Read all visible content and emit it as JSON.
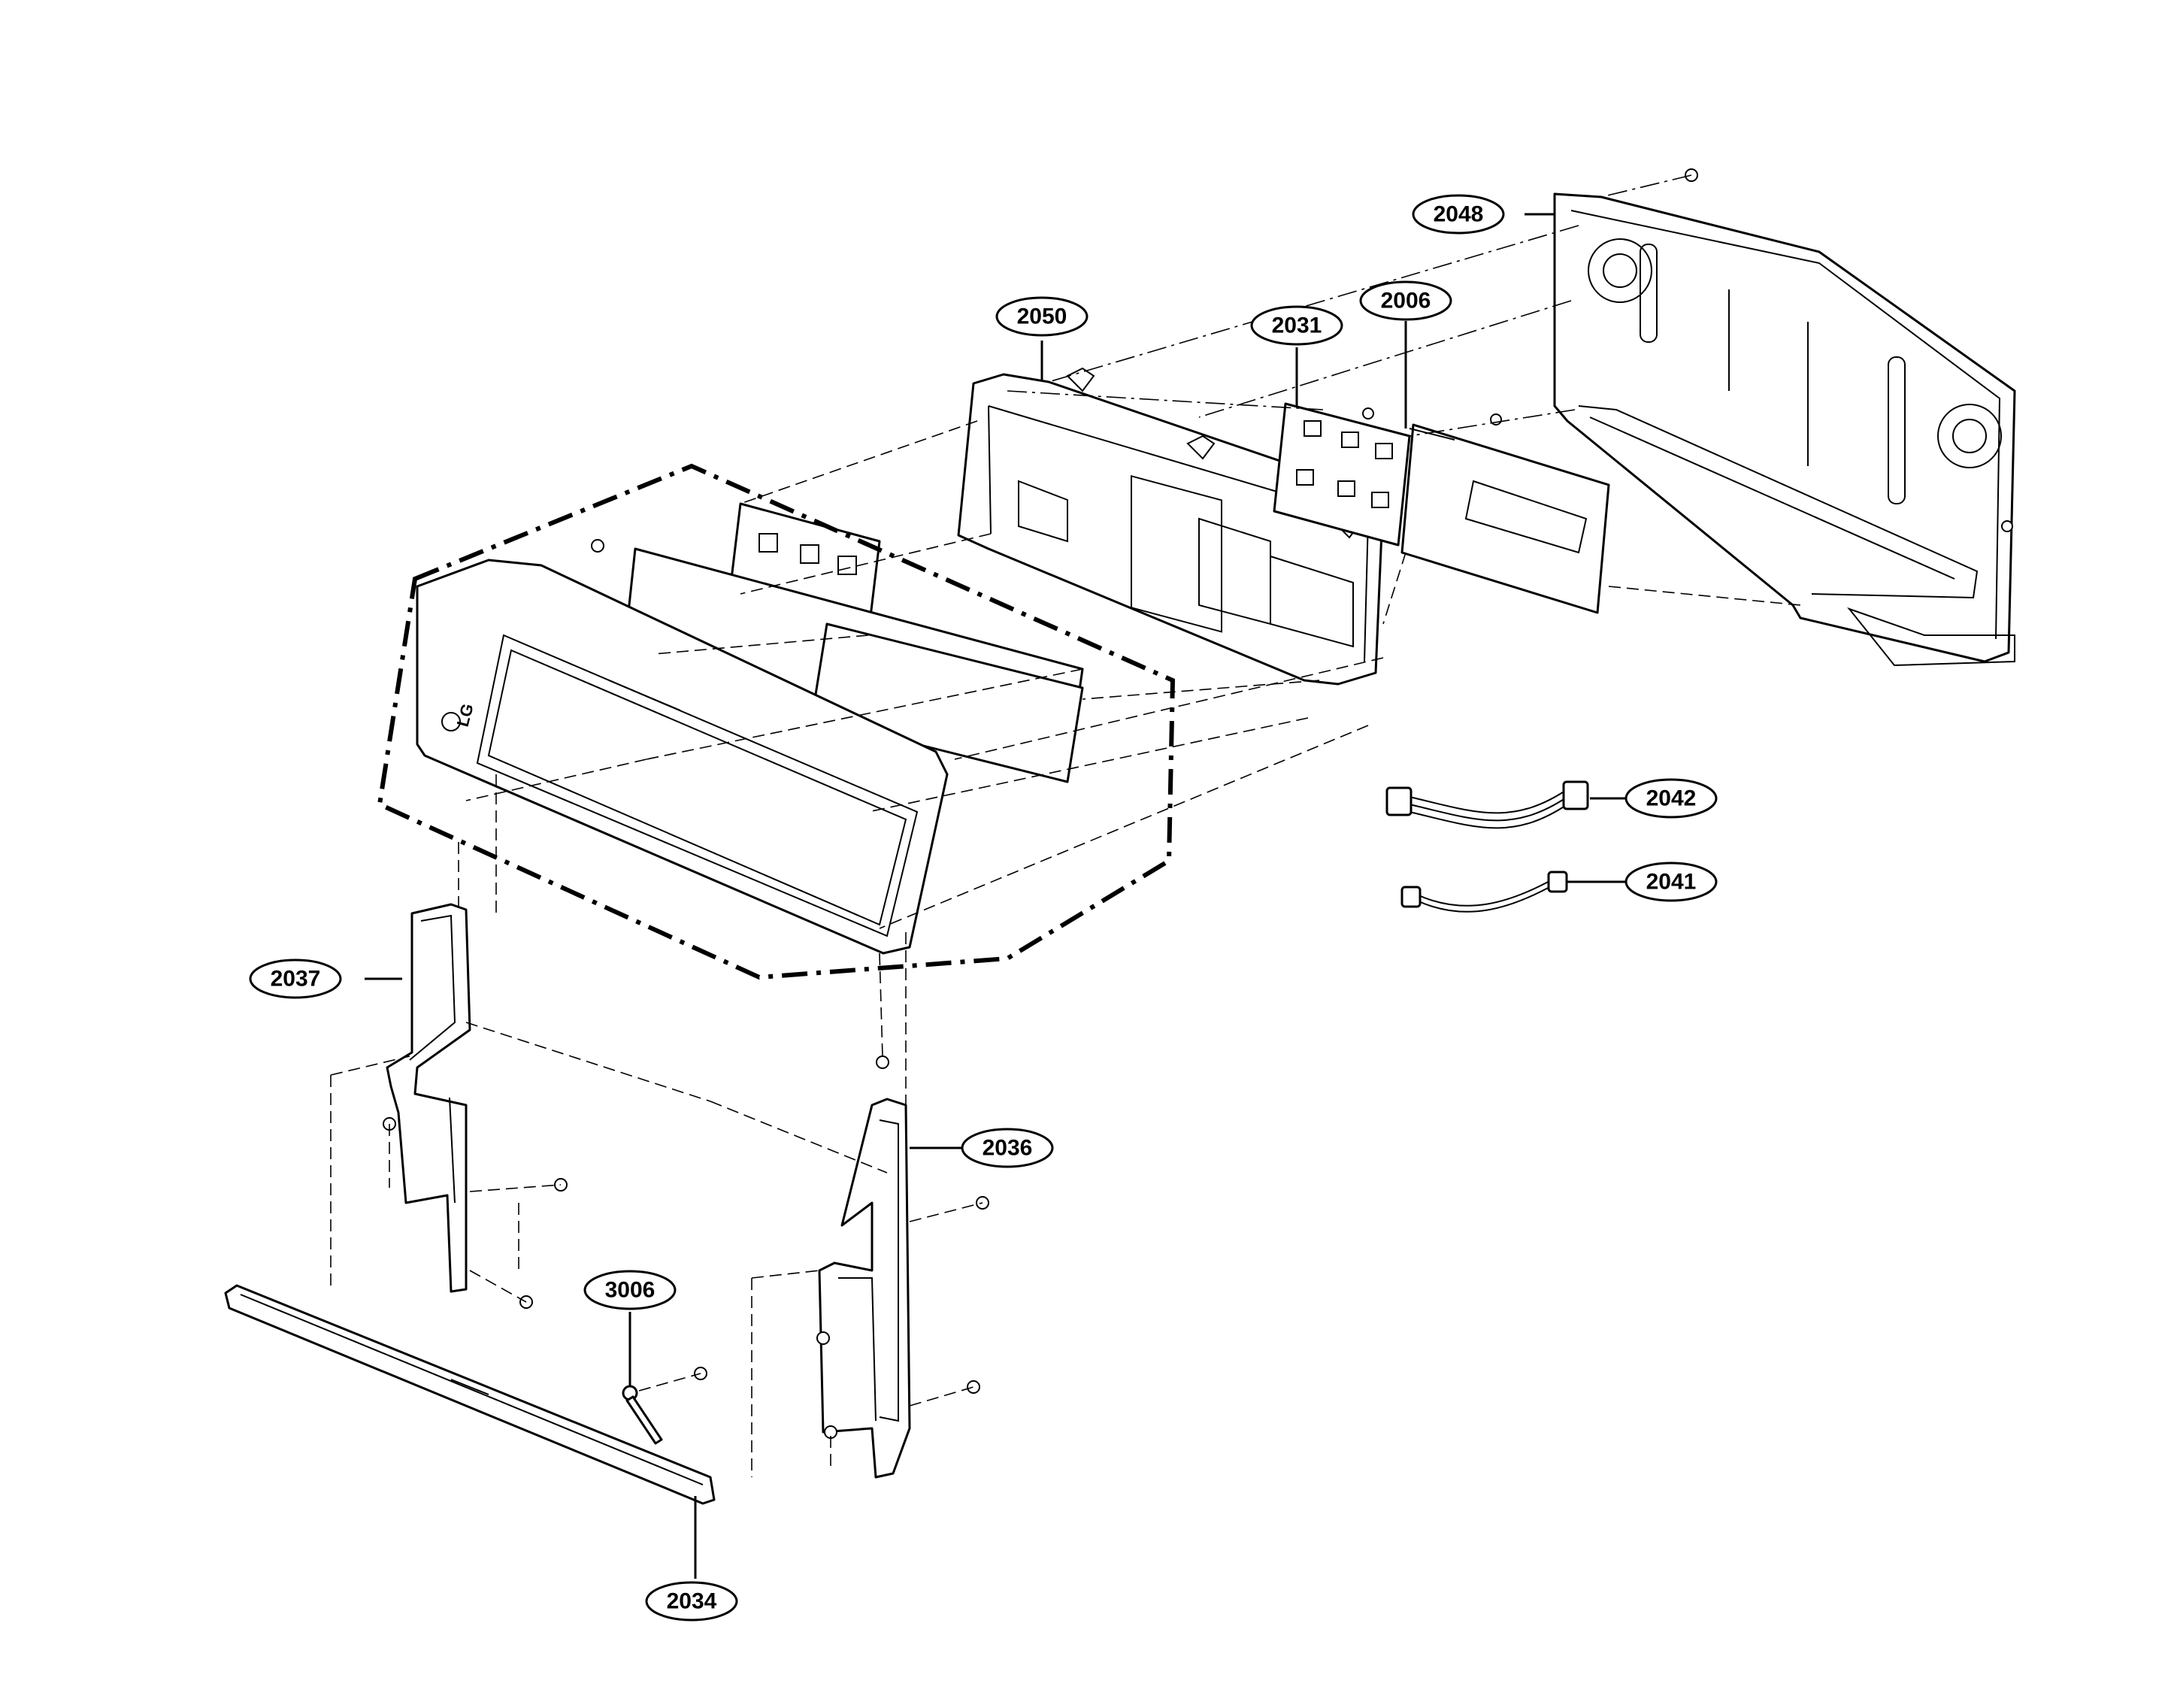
{
  "callouts": {
    "c2048": "2048",
    "c2050": "2050",
    "c2031": "2031",
    "c2006": "2006",
    "c2042": "2042",
    "c2041": "2041",
    "c2037": "2037",
    "c2036": "2036",
    "c3006": "3006",
    "c2034": "2034"
  },
  "logo_text": "LG"
}
